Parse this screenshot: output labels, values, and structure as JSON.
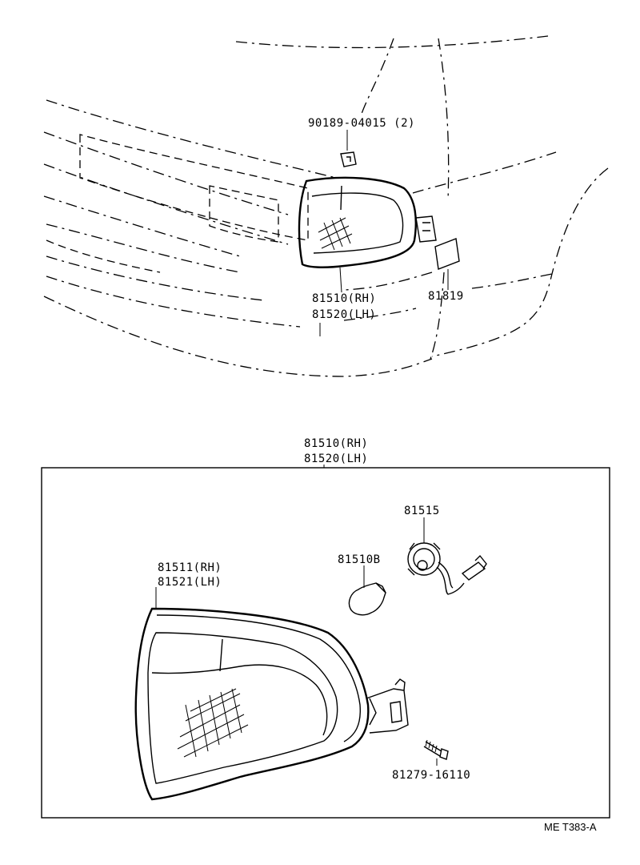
{
  "upper_view": {
    "clip_label": "90189-04015 (2)",
    "lamp_rh_label": "81510(RH)",
    "lamp_lh_label": "81520(LH)",
    "cover_label": "81819"
  },
  "detail_view": {
    "assembly_rh_label": "81510(RH)",
    "assembly_lh_label": "81520(LH)",
    "socket_label": "81515",
    "bulb_label": "81510B",
    "lens_rh_label": "81511(RH)",
    "lens_lh_label": "81521(LH)",
    "screw_label": "81279-16110"
  },
  "reference_code": "ME T383-A"
}
